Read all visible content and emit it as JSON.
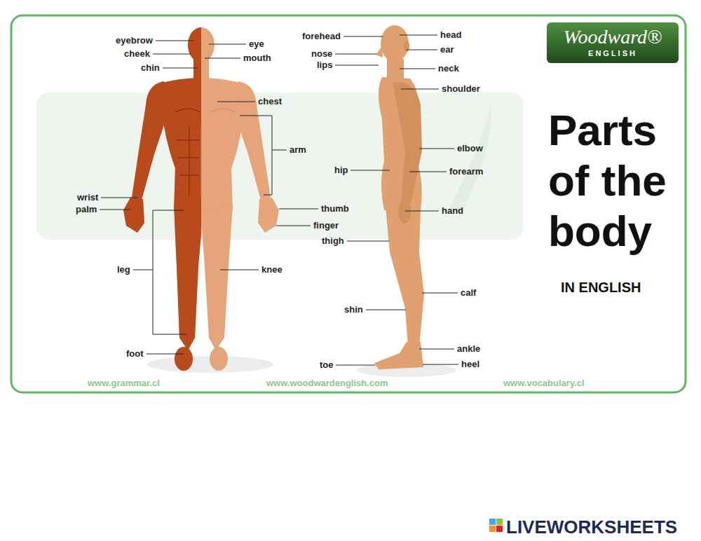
{
  "diagram": {
    "title": "Parts of the body",
    "nodes": [
      {
        "text": [
          "Woodward®",
          "ENGLISH"
        ]
      }
    ],
    "labels": [
      "eyebrow",
      "cheek",
      "chin",
      "eye",
      "mouth",
      "chest",
      "arm",
      "wrist",
      "palm",
      "thumb",
      "finger",
      "leg",
      "knee",
      "foot",
      "forehead",
      "head",
      "ear",
      "nose",
      "lips",
      "neck",
      "shoulder",
      "elbow",
      "hip",
      "forearm",
      "hand",
      "thigh",
      "calf",
      "shin",
      "ankle",
      "toe",
      "heel",
      "IN ENGLISH",
      "www.grammar.cl",
      "www.woodwardenglish.com",
      "www.vocabulary.cl",
      "LIVEWORKSHEETS"
    ]
  }
}
